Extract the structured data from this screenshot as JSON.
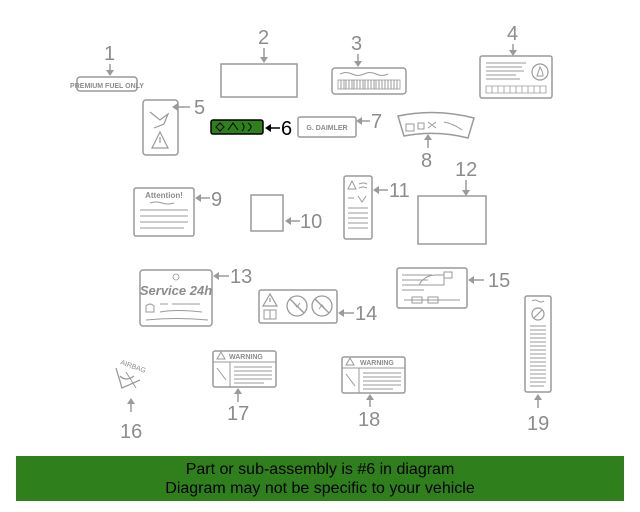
{
  "callouts": {
    "c1": "1",
    "c2": "2",
    "c3": "3",
    "c4": "4",
    "c5": "5",
    "c6": "6",
    "c7": "7",
    "c8": "8",
    "c9": "9",
    "c10": "10",
    "c11": "11",
    "c12": "12",
    "c13": "13",
    "c14": "14",
    "c15": "15",
    "c16": "16",
    "c17": "17",
    "c18": "18",
    "c19": "19"
  },
  "highlighted_part": "6",
  "label_texts": {
    "premium_fuel": "PREMIUM FUEL ONLY",
    "daimler": "G. DAIMLER",
    "attention": "Attention!",
    "service": "Service 24h",
    "warning_17": "WARNING",
    "warning_18": "WARNING",
    "airbag": "AIRBAG"
  },
  "colors": {
    "highlight_green": "#2f7f1d",
    "line_gray": "#9a9a9a"
  },
  "banner": {
    "line1": "Part or sub-assembly is #6 in diagram",
    "line2": "Diagram may not be specific to your vehicle"
  }
}
